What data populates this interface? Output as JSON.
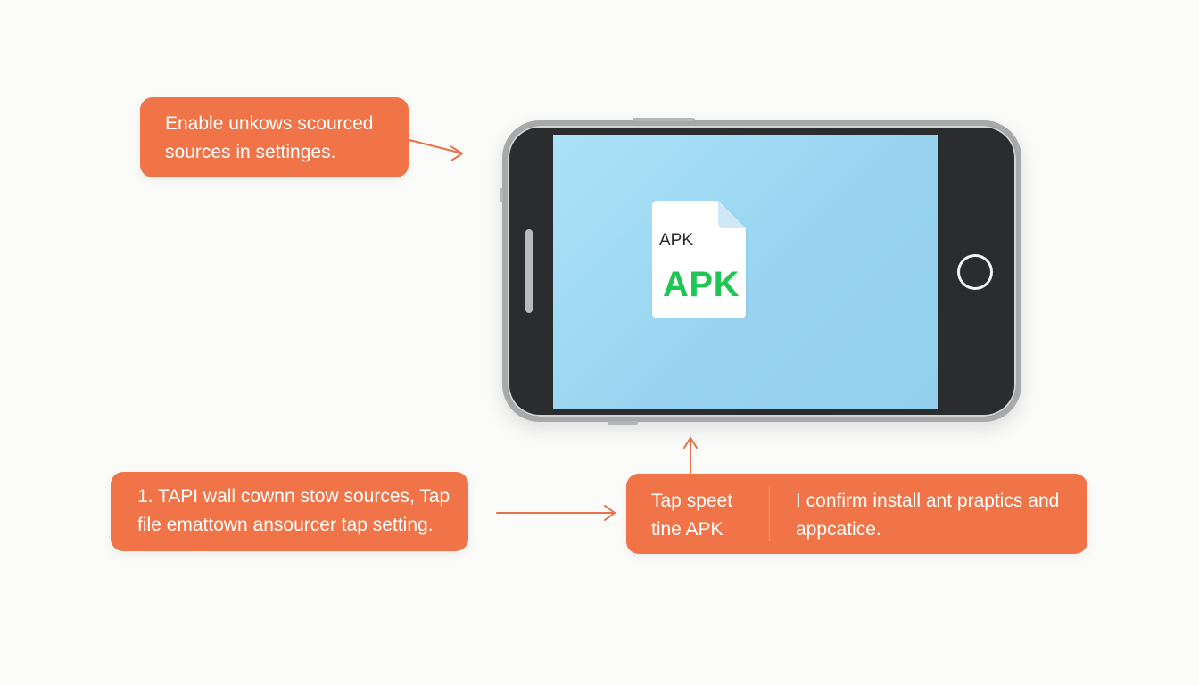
{
  "callouts": {
    "top": {
      "line1": "Enable unkows scourced",
      "line2": "sources in settinges."
    },
    "left": {
      "line1": "1. TAPI wall cownn stow sources, Tap",
      "line2": "file emattown ansourcer tap setting."
    },
    "right": {
      "a_line1": "Tap speet",
      "a_line2": "tine APK",
      "b_line1": "I confirm install ant praptics and",
      "b_line2": "appcatice."
    }
  },
  "apk_file": {
    "small_label": "APK",
    "big_label": "APK",
    "icon": "apk-file-icon"
  },
  "colors": {
    "callout": "#f07448",
    "apk_green": "#1ec552",
    "screen": "#a4dcf5",
    "phone_body": "#2b2c2e"
  }
}
